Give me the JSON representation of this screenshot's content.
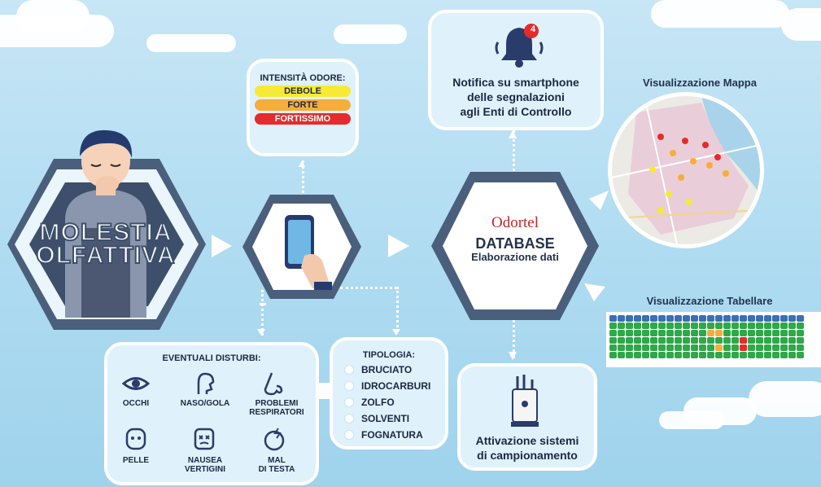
{
  "molestia": {
    "line1": "MOLESTIA",
    "line2": "OLFATTIVA"
  },
  "intensita": {
    "title": "INTENSITÀ ODORE:",
    "levels": [
      {
        "label": "DEBOLE",
        "color": "#f7ea35"
      },
      {
        "label": "FORTE",
        "color": "#f6ad3b"
      },
      {
        "label": "FORTISSIMO",
        "color": "#e52b2b"
      }
    ]
  },
  "notifica": {
    "line1": "Notifica su smartphone",
    "line2": "delle segnalazioni",
    "line3": "agli Enti di Controllo",
    "badge": "4"
  },
  "database": {
    "brand": "Odortel",
    "title": "DATABASE",
    "subtitle": "Elaborazione dati"
  },
  "mappa": {
    "title": "Visualizzazione Mappa"
  },
  "tabellare": {
    "title": "Visualizzazione Tabellare"
  },
  "disturbi": {
    "title": "EVENTUALI DISTURBI:",
    "items": [
      {
        "l1": "OCCHI",
        "l2": ""
      },
      {
        "l1": "NASO/GOLA",
        "l2": ""
      },
      {
        "l1": "PROBLEMI",
        "l2": "RESPIRATORI"
      },
      {
        "l1": "PELLE",
        "l2": ""
      },
      {
        "l1": "NAUSEA",
        "l2": "VERTIGINI"
      },
      {
        "l1": "MAL",
        "l2": "DI TESTA"
      }
    ]
  },
  "tipologia": {
    "title": "TIPOLOGIA:",
    "items": [
      "BRUCIATO",
      "IDROCARBURI",
      "ZOLFO",
      "SOLVENTI",
      "FOGNATURA"
    ]
  },
  "attivazione": {
    "line1": "Attivazione sistemi",
    "line2": "di campionamento"
  },
  "colors": {
    "hex_dark": "#4a5f7b",
    "hex_light": "#eaf5fc",
    "accent": "#2b3a55"
  }
}
